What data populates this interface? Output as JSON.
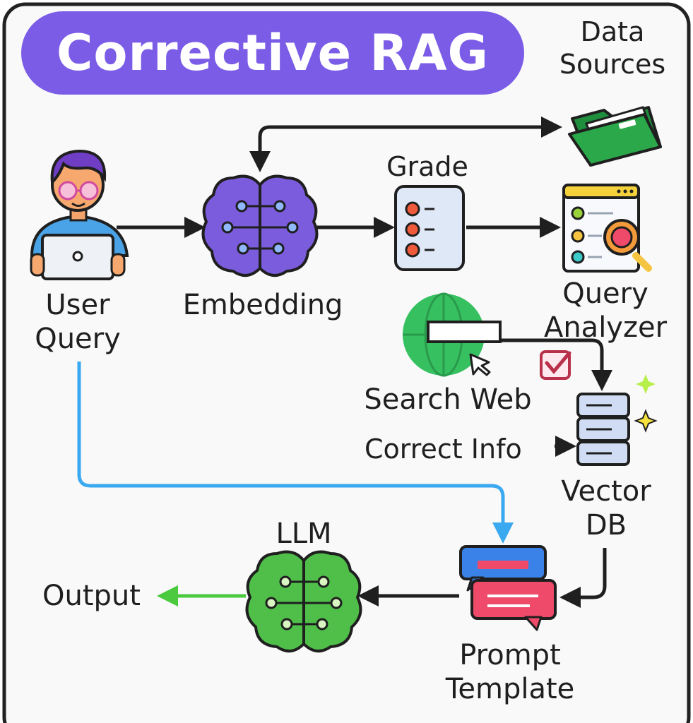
{
  "title": "Corrective RAG",
  "nodes": {
    "data_sources": {
      "label": [
        "Data",
        "Sources"
      ],
      "icon": "folder-icon"
    },
    "user_query": {
      "label": [
        "User",
        "Query"
      ],
      "icon": "user-laptop-icon"
    },
    "embedding": {
      "label": "Embedding",
      "icon": "brain-icon"
    },
    "grade": {
      "label": "Grade",
      "icon": "checklist-icon"
    },
    "query_analyzer": {
      "label": [
        "Query",
        "Analyzer"
      ],
      "icon": "analyzer-window-icon"
    },
    "search_web": {
      "label": "Search Web",
      "icon": "globe-search-icon"
    },
    "correct_info": {
      "label": "Correct Info"
    },
    "vector_db": {
      "label": [
        "Vector",
        "DB"
      ],
      "icon": "database-icon"
    },
    "llm": {
      "label": "LLM",
      "icon": "brain-icon"
    },
    "prompt_template": {
      "label": [
        "Prompt",
        "Template"
      ],
      "icon": "chat-bubbles-icon"
    },
    "output": {
      "label": "Output"
    }
  },
  "colors": {
    "title_bg": "#7a5ce6",
    "embedding_brain": "#7b5cdc",
    "llm_brain": "#4fbf4a",
    "query_arrow": "#3aa9f0",
    "output_arrow": "#4bc93f",
    "folder": "#2aa84a",
    "globe": "#36c060"
  }
}
